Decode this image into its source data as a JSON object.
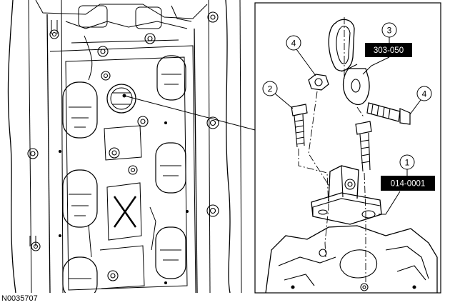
{
  "figure_id": "N0035707",
  "callouts": {
    "c1": {
      "number": "1",
      "part": "014-0001"
    },
    "c2": {
      "number": "2"
    },
    "c3": {
      "number": "3",
      "part": "303-050"
    },
    "c4a": {
      "number": "4"
    },
    "c4b": {
      "number": "4"
    }
  },
  "colors": {
    "line": "#000000",
    "background": "#ffffff",
    "label_box": "#000000"
  }
}
